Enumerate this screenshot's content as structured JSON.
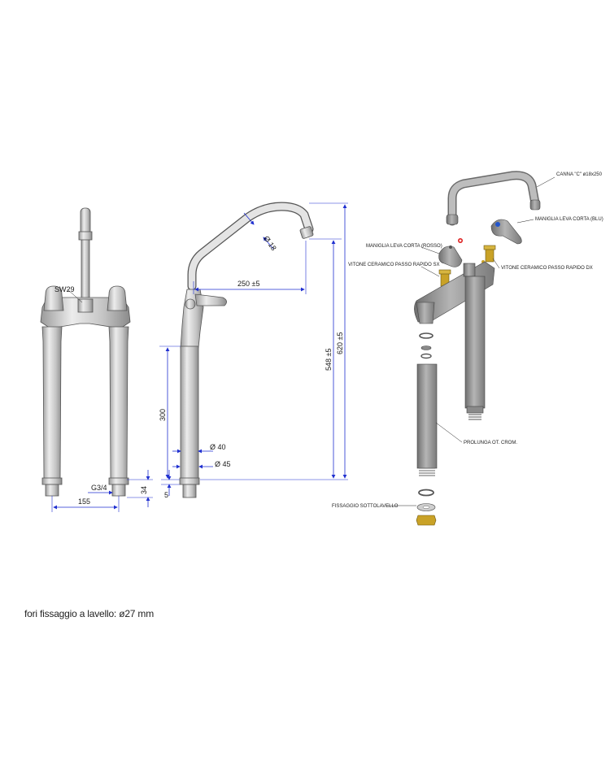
{
  "front_view": {
    "sw_label": "SW29",
    "thread_label": "G3/4",
    "dim_width": "155",
    "dim_bottom": "34"
  },
  "side_view": {
    "dim_diameter_spout": "Ø 18",
    "dim_reach": "250 ±5",
    "dim_leg": "300",
    "dim_diam_40": "Ø 40",
    "dim_diam_45": "Ø 45",
    "dim_5": "5",
    "dim_548": "548 ±5",
    "dim_620": "620 ±5"
  },
  "exploded_view": {
    "labels": {
      "canna": "CANNA \"C\" ø18x250",
      "maniglia_blu": "MANIGLIA LEVA CORTA (BLU)",
      "maniglia_rosso": "MANIGLIA LEVA CORTA (ROSSO)",
      "vitone_sx": "VITONE CERAMICO PASSO RAPIDO SX",
      "vitone_dx": "VITONE CERAMICO PASSO RAPIDO DX",
      "prolunga": "PROLUNGA OT. CROM.",
      "fissaggio": "FISSAGGIO SOTTOLAVELLO"
    }
  },
  "footer_note": "fori fissaggio a lavello: ø27 mm",
  "colors": {
    "dimension_line": "#1f2fd0",
    "metal_light": "#d9d9d9",
    "metal_dark": "#8c8c8c",
    "brass": "#c9a227",
    "handle_red": "#d22",
    "handle_blue": "#2255cc"
  }
}
